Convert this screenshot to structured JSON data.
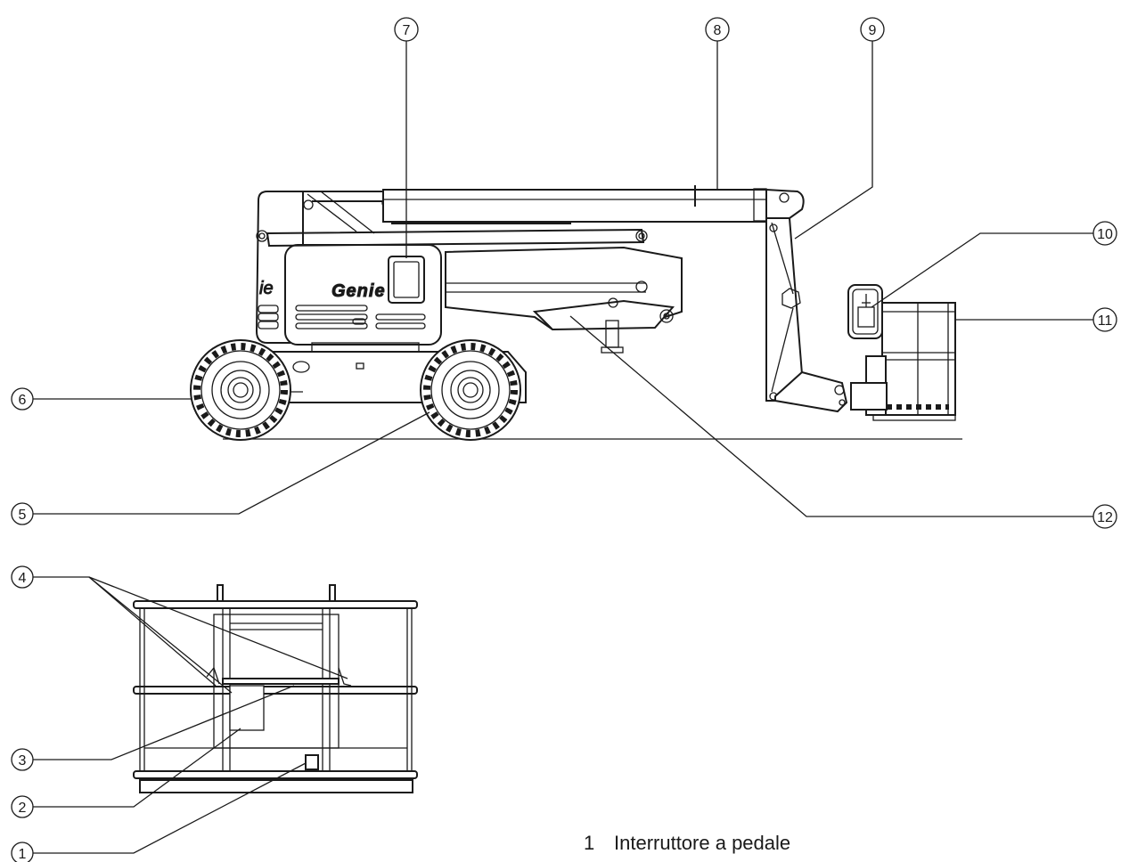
{
  "brand": "Genie",
  "callouts": [
    {
      "number": "1"
    },
    {
      "number": "2"
    },
    {
      "number": "3"
    },
    {
      "number": "4"
    },
    {
      "number": "5"
    },
    {
      "number": "6"
    },
    {
      "number": "7"
    },
    {
      "number": "8"
    },
    {
      "number": "9"
    },
    {
      "number": "10"
    },
    {
      "number": "11"
    },
    {
      "number": "12"
    }
  ],
  "legend": [
    {
      "number": "1",
      "label": "Interruttore a pedale"
    }
  ]
}
